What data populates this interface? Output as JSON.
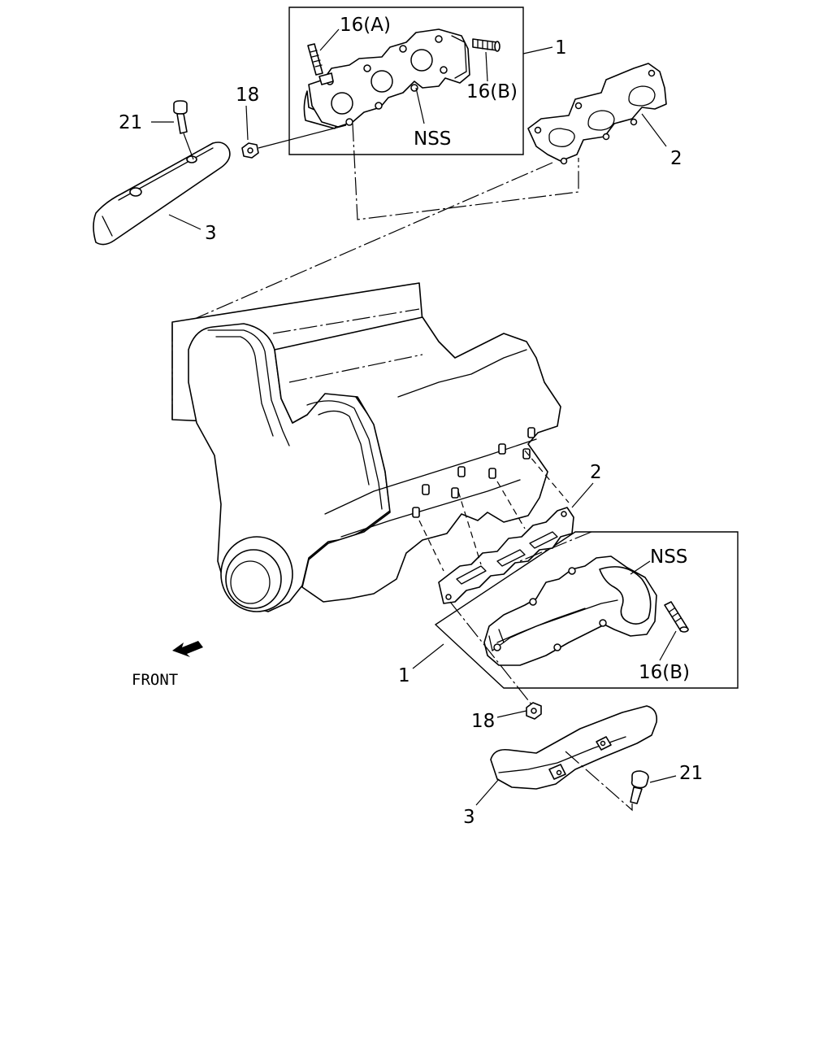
{
  "labels": {
    "upper_manifold_assembly": "1",
    "upper_gasket": "2",
    "upper_heat_shield": "3",
    "upper_stud_a": "16(A)",
    "upper_stud_b": "16(B)",
    "upper_nut": "18",
    "upper_bolt": "21",
    "upper_nss": "NSS",
    "lower_gasket": "2",
    "lower_nss": "NSS",
    "lower_stud_b": "16(B)",
    "lower_manifold_assembly": "1",
    "lower_nut": "18",
    "lower_heat_shield": "3",
    "lower_bolt": "21",
    "front": "FRONT"
  },
  "colors": {
    "line": "#000000",
    "background": "#ffffff"
  },
  "icons": {
    "front_arrow": "front-arrow-icon"
  }
}
